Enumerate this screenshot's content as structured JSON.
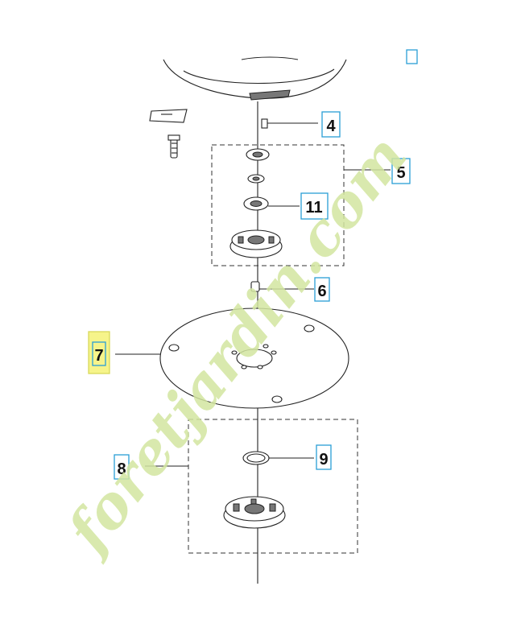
{
  "callouts": {
    "c4": "4",
    "c5": "5",
    "c6": "6",
    "c7": "7",
    "c8": "8",
    "c9": "9",
    "c11": "11"
  },
  "highlight_color": "#f6f48a",
  "callout_border_color": "#2a9fd6",
  "watermark": {
    "text": "foretjardin.com",
    "green": "#d3e6a0",
    "gray": "#d6d0c8"
  }
}
